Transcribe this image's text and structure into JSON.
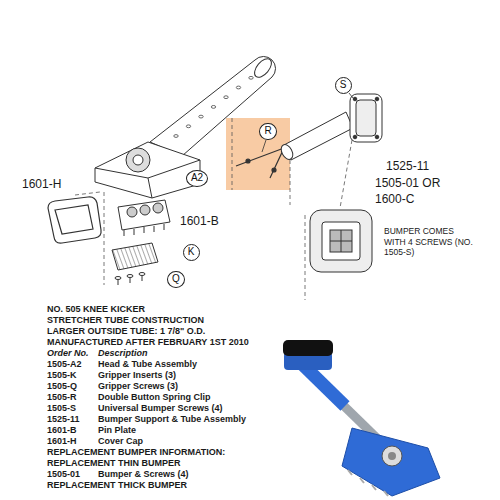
{
  "diagram": {
    "nodes": [
      {
        "text": [
          "S"
        ]
      },
      {
        "text": [
          "R"
        ]
      },
      {
        "text": [
          "A2"
        ]
      },
      {
        "text": [
          "K"
        ]
      },
      {
        "text": [
          "Q"
        ]
      }
    ],
    "labels": [
      "1601-H",
      "1601-B",
      "1525-11",
      "1505-01 OR",
      "1600-C",
      "BUMPER COMES WITH 4 SCREWS (NO. 1505-S)",
      "NO. 505 KNEE KICKER",
      "STRETCHER TUBE CONSTRUCTION",
      "LARGER OUTSIDE TUBE: 1 7/8\" O.D.",
      "MANUFACTURED AFTER FEBRUARY 1ST 2010",
      "Order No.",
      "Description",
      "1505-A2",
      "Head & Tube Assembly",
      "1505-K",
      "Gripper Inserts (3)",
      "1505-Q",
      "Gripper Screws (3)",
      "1505-R",
      "Double Button Spring Clip",
      "1505-S",
      "Universal Bumper Screws (4)",
      "1525-11",
      "Bumper Support & Tube Assembly",
      "1601-B",
      "Pin Plate",
      "1601-H",
      "Cover Cap",
      "REPLACEMENT BUMPER INFORMATION:",
      "REPLACEMENT THIN BUMPER",
      "1505-01",
      "Bumper & Screws (4)",
      "REPLACEMENT THICK BUMPER"
    ]
  }
}
